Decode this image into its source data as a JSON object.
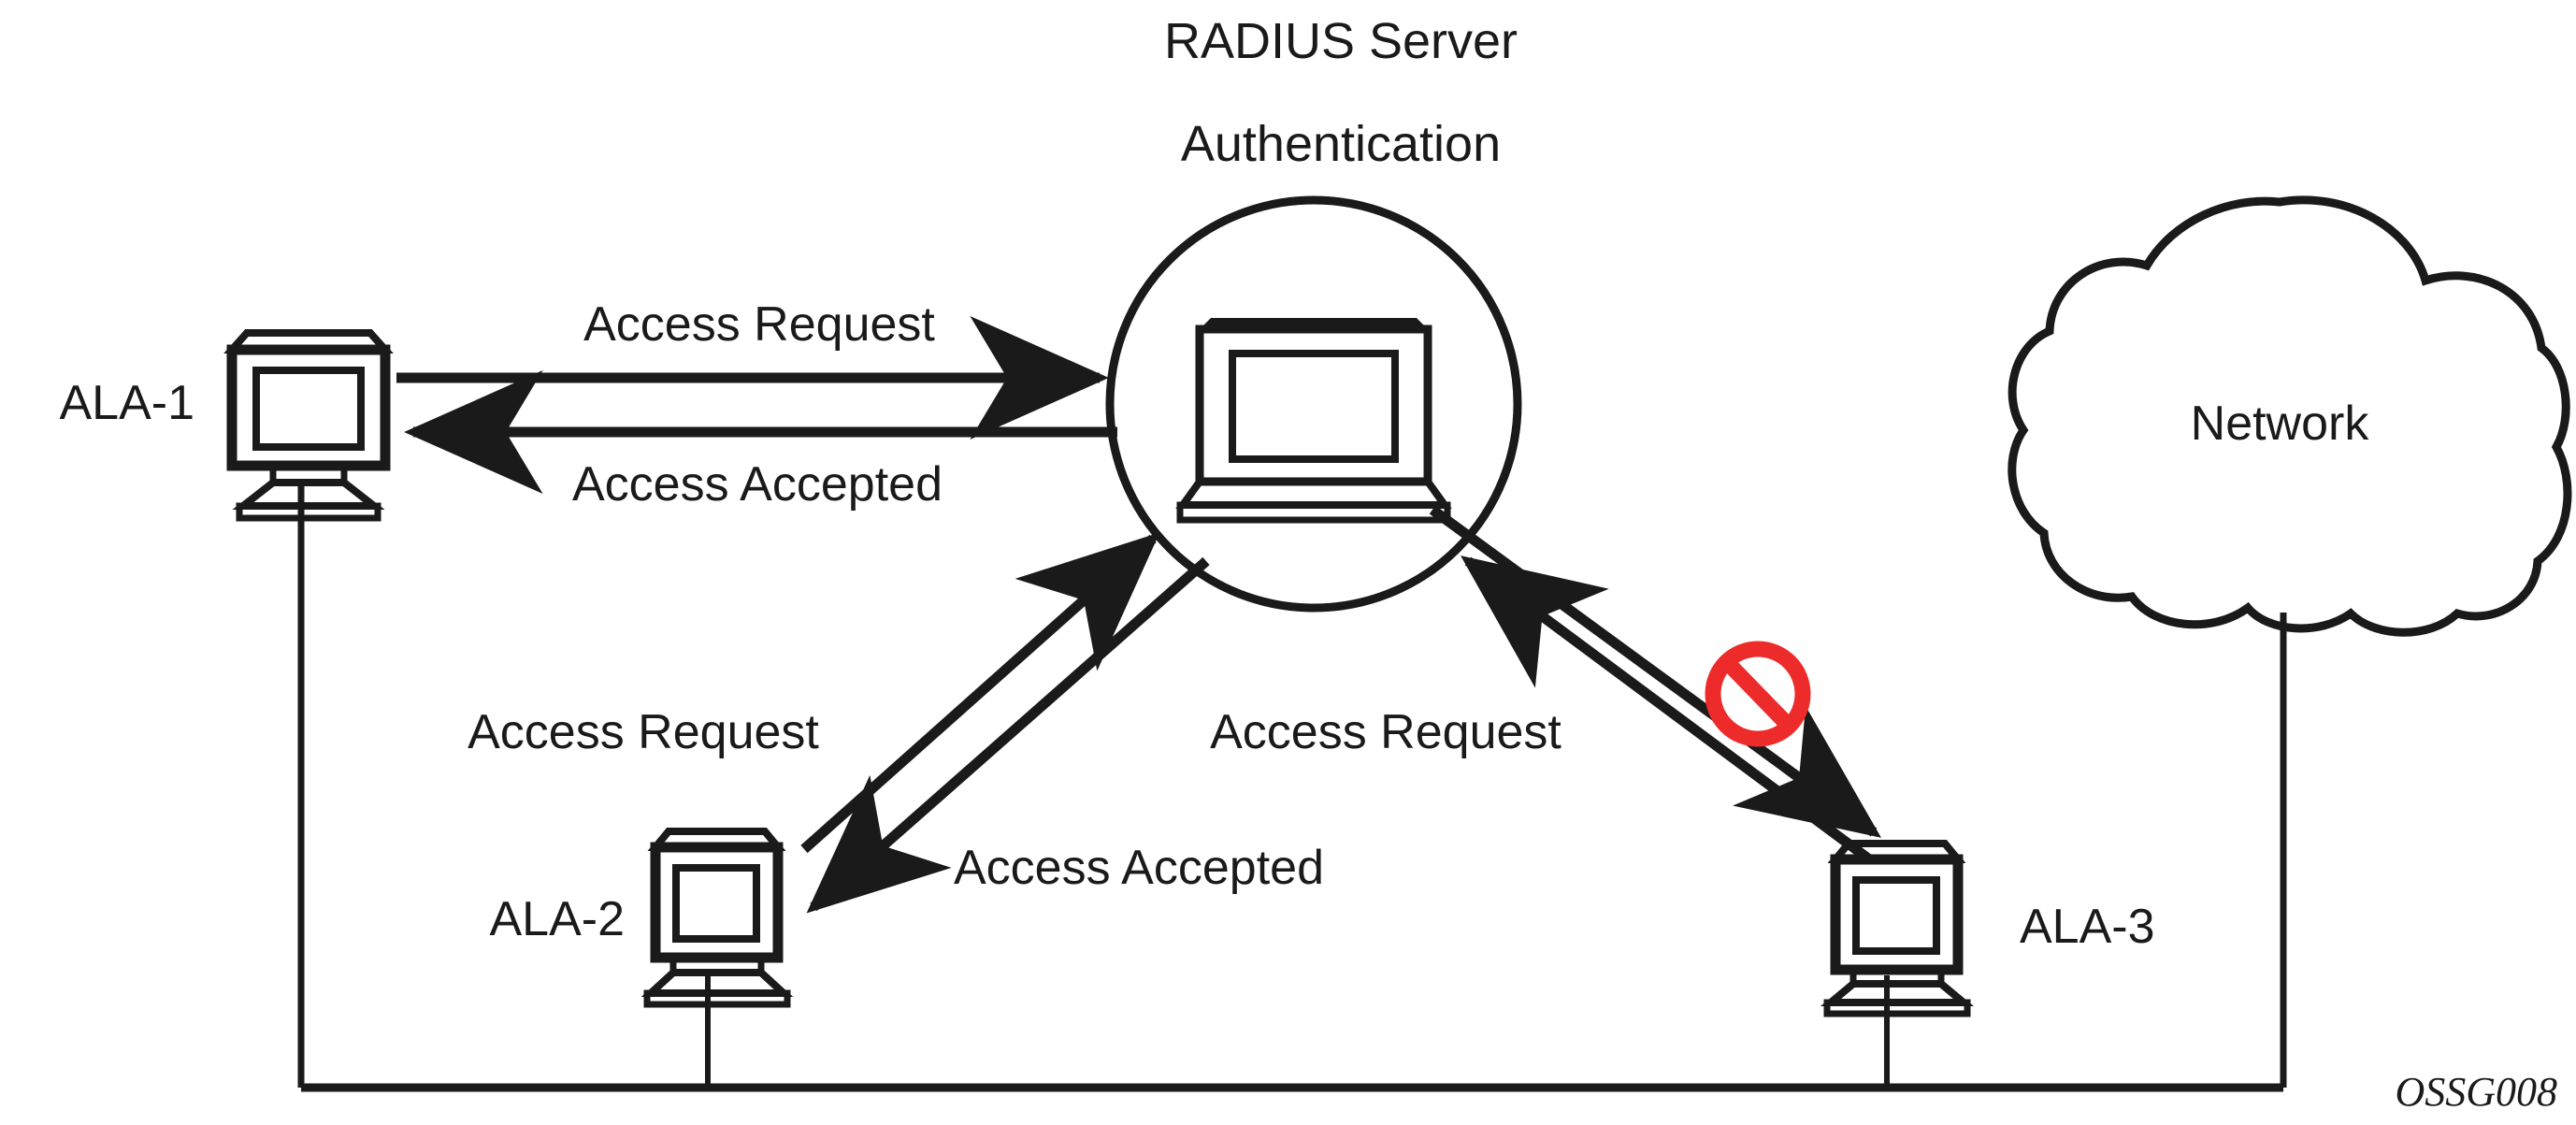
{
  "diagram": {
    "title_line1": "RADIUS Server",
    "title_line2": "Authentication",
    "watermark": "OSSG008",
    "colors": {
      "line": "#1a1a1a",
      "text": "#1a1a1a",
      "prohibition": "#ED2B2B",
      "background": "#ffffff"
    },
    "nodes": [
      {
        "id": "ala-1",
        "label": "ALA-1",
        "type": "workstation"
      },
      {
        "id": "ala-2",
        "label": "ALA-2",
        "type": "workstation"
      },
      {
        "id": "ala-3",
        "label": "ALA-3",
        "type": "workstation"
      },
      {
        "id": "radius-server",
        "label": "RADIUS Server Authentication",
        "type": "server-circle"
      },
      {
        "id": "network-cloud",
        "label": "Network",
        "type": "cloud"
      }
    ],
    "cloud_label": "Network",
    "flows": [
      {
        "id": "ala1-request",
        "label": "Access Request",
        "from": "ALA-1",
        "to": "RADIUS Server",
        "blocked": false
      },
      {
        "id": "ala1-accepted",
        "label": "Access Accepted",
        "from": "RADIUS Server",
        "to": "ALA-1",
        "blocked": false
      },
      {
        "id": "ala2-request",
        "label": "Access Request",
        "from": "ALA-2",
        "to": "RADIUS Server",
        "blocked": false
      },
      {
        "id": "ala2-accepted",
        "label": "Access Accepted",
        "from": "RADIUS Server",
        "to": "ALA-2",
        "blocked": false
      },
      {
        "id": "ala3-request",
        "label": "Access Request",
        "from": "ALA-3",
        "to": "RADIUS Server",
        "blocked": false
      },
      {
        "id": "ala3-rejected",
        "label": "",
        "from": "RADIUS Server",
        "to": "ALA-3",
        "blocked": true
      }
    ],
    "labels": {
      "ala1": "ALA-1",
      "ala2": "ALA-2",
      "ala3": "ALA-3",
      "access_request_1": "Access Request",
      "access_accepted_1": "Access Accepted",
      "access_request_2": "Access Request",
      "access_accepted_2": "Access Accepted",
      "access_request_3": "Access Request"
    }
  }
}
